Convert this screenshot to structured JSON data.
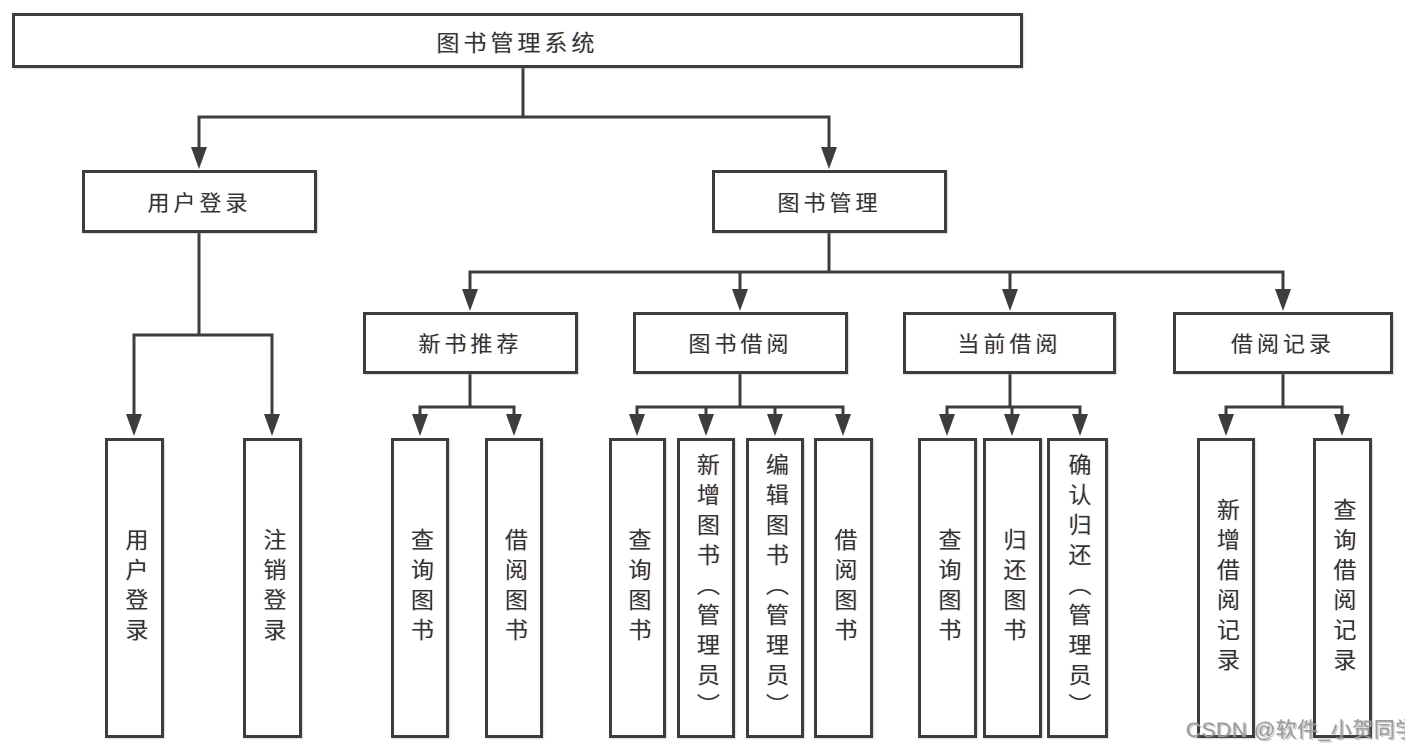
{
  "page": {
    "colors": {
      "line": "#3d3d3d",
      "text": "#333333",
      "background": "#ffffff",
      "watermark": "#9a9a9a"
    }
  },
  "watermark": {
    "text": "CSDN @软件_小贺同学"
  },
  "diagram": {
    "root": {
      "label": "图书管理系统"
    },
    "level2": [
      {
        "label": "用户登录"
      },
      {
        "label": "图书管理"
      }
    ],
    "level3": [
      {
        "label": "新书推荐"
      },
      {
        "label": "图书借阅"
      },
      {
        "label": "当前借阅"
      },
      {
        "label": "借阅记录"
      }
    ],
    "leaves": {
      "user_login": [
        "用户登录",
        "注销登录"
      ],
      "new_books": [
        "查询图书",
        "借阅图书"
      ],
      "book_borrow": [
        "查询图书",
        "新增图书（管理员）",
        "编辑图书（管理员）",
        "借阅图书"
      ],
      "current_borrow": [
        "查询图书",
        "归还图书",
        "确认归还（管理员）"
      ],
      "borrow_records": [
        "新增借阅记录",
        "查询借阅记录"
      ]
    }
  }
}
